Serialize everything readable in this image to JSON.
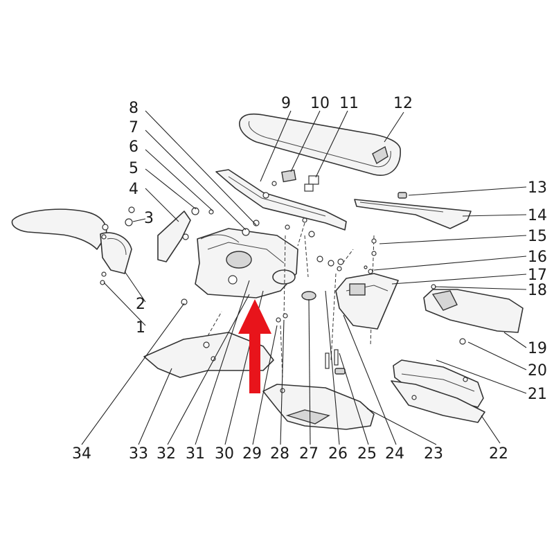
{
  "diagram": {
    "callouts": [
      {
        "id": "1",
        "label": "1"
      },
      {
        "id": "2",
        "label": "2"
      },
      {
        "id": "3",
        "label": "3"
      },
      {
        "id": "4",
        "label": "4"
      },
      {
        "id": "5",
        "label": "5"
      },
      {
        "id": "6",
        "label": "6"
      },
      {
        "id": "7",
        "label": "7"
      },
      {
        "id": "8",
        "label": "8"
      },
      {
        "id": "9",
        "label": "9"
      },
      {
        "id": "10",
        "label": "10"
      },
      {
        "id": "11",
        "label": "11"
      },
      {
        "id": "12",
        "label": "12"
      },
      {
        "id": "13",
        "label": "13"
      },
      {
        "id": "14",
        "label": "14"
      },
      {
        "id": "15",
        "label": "15"
      },
      {
        "id": "16",
        "label": "16"
      },
      {
        "id": "17",
        "label": "17"
      },
      {
        "id": "18",
        "label": "18"
      },
      {
        "id": "19",
        "label": "19"
      },
      {
        "id": "20",
        "label": "20"
      },
      {
        "id": "21",
        "label": "21"
      },
      {
        "id": "22",
        "label": "22"
      },
      {
        "id": "23",
        "label": "23"
      },
      {
        "id": "24",
        "label": "24"
      },
      {
        "id": "25",
        "label": "25"
      },
      {
        "id": "26",
        "label": "26"
      },
      {
        "id": "27",
        "label": "27"
      },
      {
        "id": "28",
        "label": "28"
      },
      {
        "id": "29",
        "label": "29"
      },
      {
        "id": "30",
        "label": "30"
      },
      {
        "id": "31",
        "label": "31"
      },
      {
        "id": "32",
        "label": "32"
      },
      {
        "id": "33",
        "label": "33"
      },
      {
        "id": "34",
        "label": "34"
      }
    ],
    "highlight_color": "#e8141b"
  }
}
